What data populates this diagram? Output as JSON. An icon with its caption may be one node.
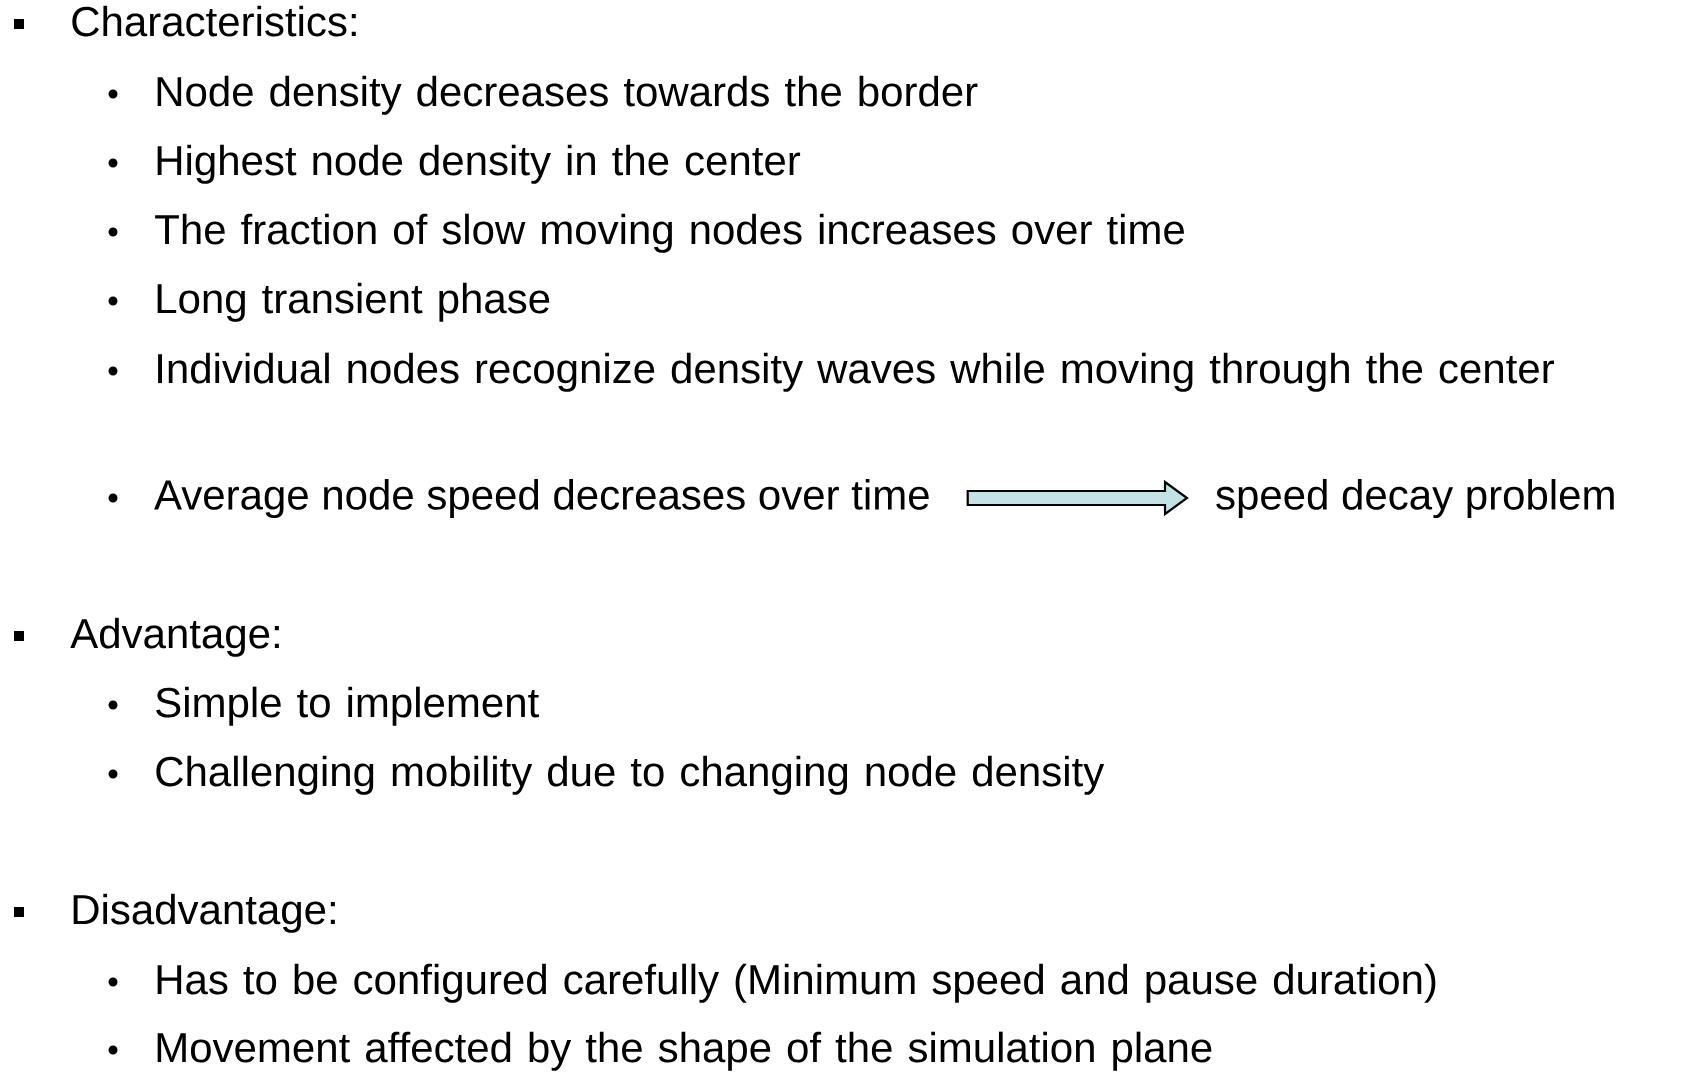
{
  "diagram": {
    "nodes": [
      {
        "text": [
          "Average node speed decreases over time"
        ]
      },
      {
        "text": [
          "speed decay problem"
        ]
      }
    ],
    "edges": [
      {
        "from": 0,
        "to": 1,
        "arrow": "to"
      }
    ],
    "labels": [
      "Characteristics:",
      "Node density decreases towards the border",
      "Highest node density in the center",
      "The fraction of slow moving nodes increases over time",
      "Long transient phase",
      "Individual nodes recognize density waves while moving through the center",
      "Advantage:",
      "Simple to implement",
      "Challenging mobility due to changing node density",
      "Disadvantage:",
      "Has to be configured carefully (Minimum speed and pause duration)",
      "Movement affected by the shape of the simulation plane"
    ]
  }
}
